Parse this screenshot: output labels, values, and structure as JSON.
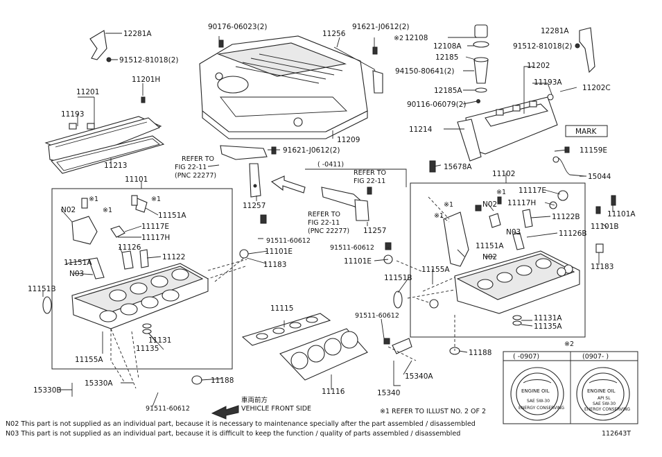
{
  "labels": {
    "top": [
      "90176-06023(2)",
      "91621-J0612(2)",
      "11256",
      "12108",
      "12108A",
      "12281A",
      "91512-81018(2)",
      "12281A",
      "91512-81018(2)",
      "11201H",
      "11201",
      "11193",
      "11213",
      "12185",
      "94150-80641(2)",
      "12185A",
      "90116-06079(2)",
      "11214",
      "11202",
      "11193A",
      "11202C",
      "MARK",
      "11209",
      "91621-J0612(2)",
      "11159E",
      "15044"
    ],
    "mid": [
      "REFER TO",
      "FIG 22-11",
      "(PNC 22277)",
      "11257",
      "(    -0411)",
      "REFER TO",
      "FIG 22-11",
      "REFER TO",
      "FIG 22-11",
      "(PNC 22277)",
      "11257",
      "15678A",
      "11102",
      "11101",
      "11101A",
      "11101B",
      "91511-60612",
      "11101E",
      "11183",
      "11183",
      "91511-60612",
      "11101E"
    ],
    "left": [
      "N02",
      "11151A",
      "11117E",
      "11117H",
      "11126",
      "11122",
      "11151A",
      "N03",
      "11151B",
      "11131",
      "11135",
      "11155A",
      "15330A",
      "15330B",
      "91511-60612",
      "11188"
    ],
    "right": [
      "11117E",
      "11117H",
      "N02",
      "11122B",
      "N03",
      "11126B",
      "11151A",
      "N02",
      "11155A",
      "11151B",
      "11131A",
      "11135A",
      "11188"
    ],
    "center": [
      "11115",
      "91511-60612",
      "15340A",
      "15340",
      "11116"
    ],
    "sym": "※1",
    "sym2": "※2"
  },
  "inset": {
    "col1": "(     -0907)",
    "col2": "(0907-     )",
    "cap1_line1": "ENGINE OIL",
    "cap1_line2": "SAE 5W-30",
    "cap1_line3": "ENERGY CONSERVING",
    "cap2_line1": "ENGINE OIL",
    "cap2_line2": "API SL",
    "cap2_line3": "SAE 5W-30",
    "cap2_line4": "ENERGY CONSERVING"
  },
  "front": {
    "jp": "車両前方",
    "en": "VEHICLE FRONT SIDE"
  },
  "refer_note": "※1  REFER TO ILLUST NO. 2 OF 2",
  "notes": [
    "N02  This part is not supplied as an individual part, because it is necessary to maintenance specially after the part assembled / disassembled",
    "N03  This part is not supplied as an individual part, because it is difficult to keep the function / quality of parts  assembled / disassembled"
  ],
  "fig_no": "112643T"
}
